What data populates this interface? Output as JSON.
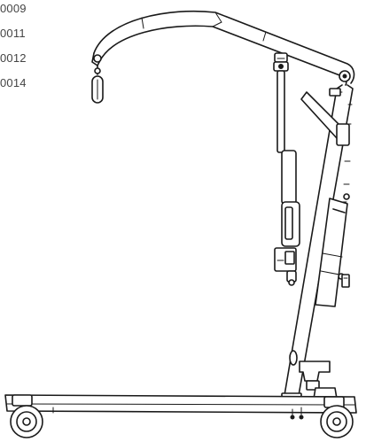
{
  "part_codes": [
    {
      "text": "0009"
    },
    {
      "text": "0011"
    },
    {
      "text": "0012"
    },
    {
      "text": "0014"
    }
  ],
  "colors": {
    "line": "#1a1a1a",
    "text": "#444444",
    "background": "#ffffff"
  }
}
